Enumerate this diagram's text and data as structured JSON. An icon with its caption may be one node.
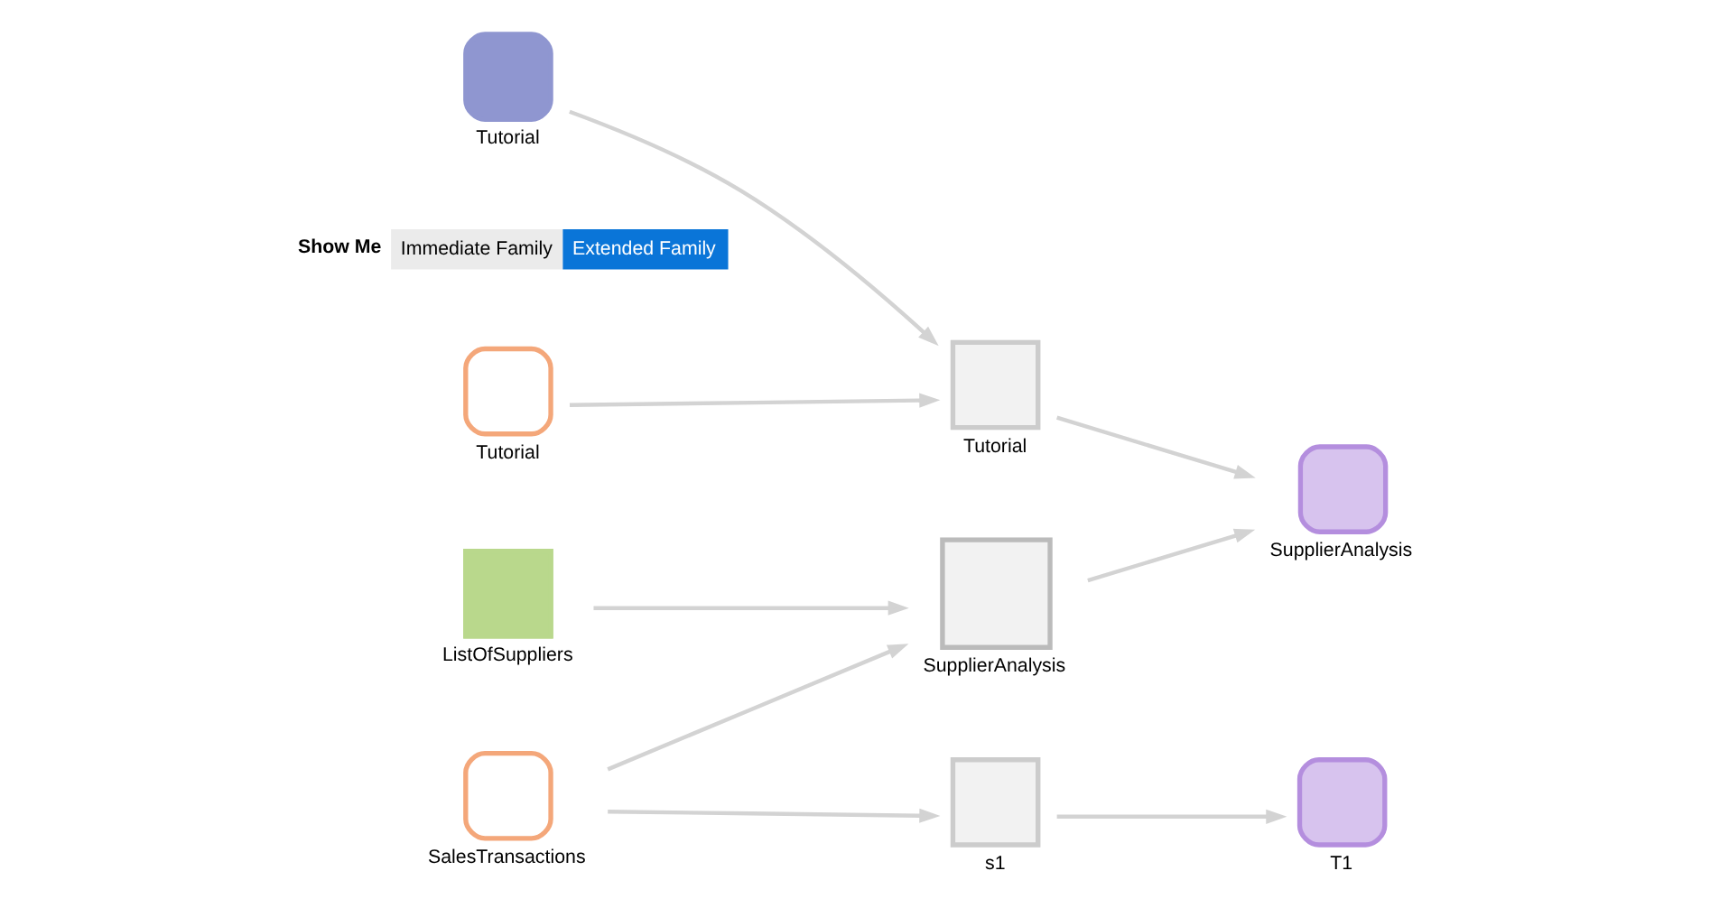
{
  "diagram": {
    "nodes": [
      {
        "text": [
          "Tutorial"
        ]
      },
      {
        "text": [
          "Tutorial"
        ]
      },
      {
        "text": [
          "ListOfSuppliers"
        ]
      },
      {
        "text": [
          "SalesTransactions"
        ]
      },
      {
        "text": [
          "Tutorial"
        ]
      },
      {
        "text": [
          "SupplierAnalysis"
        ]
      },
      {
        "text": [
          "s1"
        ]
      },
      {
        "text": [
          "SupplierAnalysis"
        ]
      },
      {
        "text": [
          "T1"
        ]
      }
    ],
    "edges": [
      {
        "from": 0,
        "to": 4,
        "arrow": "to"
      },
      {
        "from": 1,
        "to": 4,
        "arrow": "to"
      },
      {
        "from": 4,
        "to": 7,
        "arrow": "to"
      },
      {
        "from": 2,
        "to": 5,
        "arrow": "to"
      },
      {
        "from": 3,
        "to": 5,
        "arrow": "to"
      },
      {
        "from": 5,
        "to": 7,
        "arrow": "to"
      },
      {
        "from": 3,
        "to": 6,
        "arrow": "to"
      },
      {
        "from": 6,
        "to": 8,
        "arrow": "to"
      }
    ],
    "labels": [
      "Show Me",
      "Immediate Family",
      "Extended Family"
    ]
  }
}
